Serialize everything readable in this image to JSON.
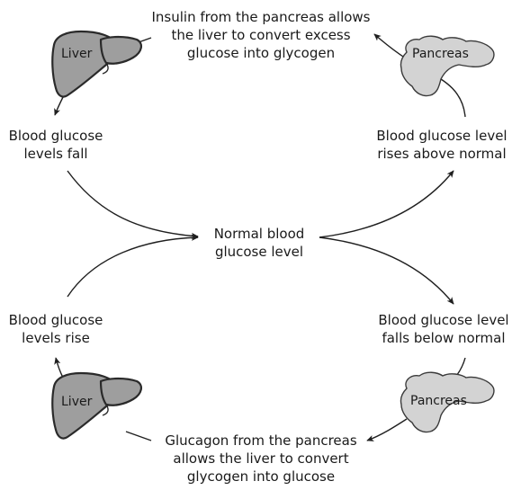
{
  "diagram": {
    "center": {
      "line1": "Normal blood",
      "line2": "glucose level"
    },
    "top_caption": {
      "line1": "Insulin from the pancreas allows",
      "line2": "the liver to convert excess",
      "line3": "glucose into glycogen"
    },
    "bottom_caption": {
      "line1": "Glucagon from the pancreas",
      "line2": "allows the liver to convert",
      "line3": "glycogen into glucose"
    },
    "left_top": {
      "line1": "Blood glucose",
      "line2": "levels fall"
    },
    "right_top": {
      "line1": "Blood glucose level",
      "line2": "rises above normal"
    },
    "left_bottom": {
      "line1": "Blood glucose",
      "line2": "levels rise"
    },
    "right_bottom": {
      "line1": "Blood glucose level",
      "line2": "falls below normal"
    },
    "organs": {
      "liver_top": "Liver",
      "liver_bottom": "Liver",
      "pancreas_top": "Pancreas",
      "pancreas_bottom": "Pancreas"
    },
    "colors": {
      "liver_fill": "#9e9e9e",
      "pancreas_fill": "#d3d3d3",
      "stroke": "#1f1f1f"
    },
    "icons": [
      "liver-icon",
      "pancreas-icon",
      "arrow-icon"
    ]
  }
}
